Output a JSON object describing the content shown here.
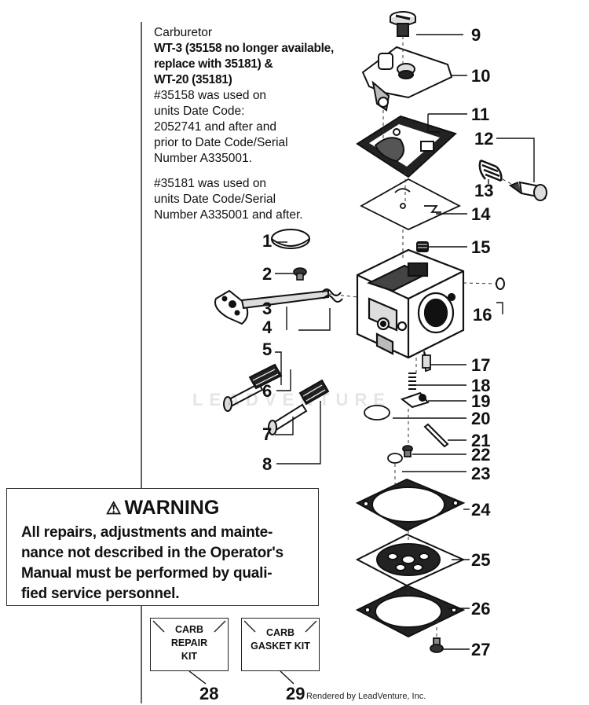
{
  "info": {
    "heading": "Carburetor",
    "bold_lines": [
      "WT-3 (35158 no longer available,",
      "replace with 35181) &",
      "WT-20 (35181)"
    ],
    "para1_lines": [
      "#35158 was used on",
      "units Date Code:",
      "2052741 and after and",
      "prior to Date Code/Serial",
      "Number A335001."
    ],
    "para2_lines": [
      "#35181 was used on",
      "units Date Code/Serial",
      "Number A335001 and after."
    ]
  },
  "warning": {
    "title": "WARNING",
    "lines": [
      "All repairs, adjustments and mainte-",
      "nance not described in the Operator's",
      "Manual must be performed by quali-",
      "fied service personnel."
    ]
  },
  "kits": [
    {
      "lines": [
        "CARB",
        "REPAIR",
        "KIT"
      ]
    },
    {
      "lines": [
        "CARB",
        "GASKET KIT"
      ]
    }
  ],
  "callouts": [
    "1",
    "2",
    "3",
    "4",
    "5",
    "6",
    "7",
    "8",
    "9",
    "10",
    "11",
    "12",
    "13",
    "14",
    "15",
    "16",
    "17",
    "18",
    "19",
    "20",
    "21",
    "22",
    "23",
    "24",
    "25",
    "26",
    "27",
    "28",
    "29"
  ],
  "watermark": "LEADVENTURE",
  "footer": "Rendered by LeadVenture, Inc."
}
